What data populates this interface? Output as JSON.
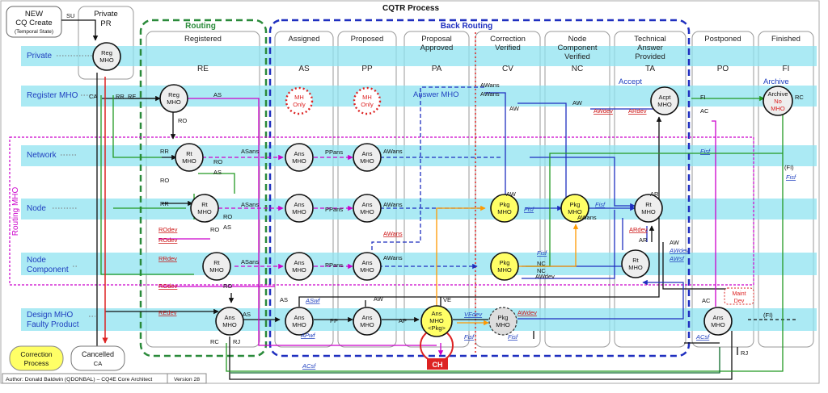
{
  "title": "CQTR Process",
  "header_boxes": {
    "new": [
      "NEW",
      "CQ Create",
      "(Temporal State)"
    ],
    "su": "SU",
    "private_pr": [
      "Private",
      "PR"
    ]
  },
  "groups": {
    "routing": "Routing",
    "back_routing": "Back Routing",
    "routing_mho": "Routing MHO",
    "accept": "Accept",
    "archive": "Archive",
    "answer_mho": "Answer MHO"
  },
  "columns": [
    {
      "id": "re",
      "head": [
        "Registered"
      ],
      "code": "RE"
    },
    {
      "id": "as",
      "head": [
        "Assigned"
      ],
      "code": "AS"
    },
    {
      "id": "pp",
      "head": [
        "Proposed"
      ],
      "code": "PP"
    },
    {
      "id": "pa",
      "head": [
        "Proposal",
        "Approved"
      ],
      "code": "PA"
    },
    {
      "id": "cv",
      "head": [
        "Correction",
        "Verified"
      ],
      "code": "CV"
    },
    {
      "id": "nc",
      "head": [
        "Node",
        "Component",
        "Verified"
      ],
      "code": "NC"
    },
    {
      "id": "ta",
      "head": [
        "Technical",
        "Answer",
        "Provided"
      ],
      "code": "TA"
    },
    {
      "id": "po",
      "head": [
        "Postponed"
      ],
      "code": "PO"
    },
    {
      "id": "fi",
      "head": [
        "Finished"
      ],
      "code": "FI"
    }
  ],
  "lanes": [
    {
      "id": "private",
      "label": [
        "Private"
      ]
    },
    {
      "id": "register",
      "label": [
        "Register MHO"
      ]
    },
    {
      "id": "network",
      "label": [
        "Network"
      ]
    },
    {
      "id": "node",
      "label": [
        "Node"
      ]
    },
    {
      "id": "component",
      "label": [
        "Node",
        "Component"
      ]
    },
    {
      "id": "design",
      "label": [
        "Design MHO",
        "Faulty Product"
      ]
    }
  ],
  "nodes": [
    {
      "id": "reg-pr",
      "lines": [
        "Reg",
        "MHO"
      ]
    },
    {
      "id": "reg-re",
      "lines": [
        "Reg",
        "MHO"
      ]
    },
    {
      "id": "mh-as",
      "lines": [
        "MH",
        "Only"
      ]
    },
    {
      "id": "mh-pp",
      "lines": [
        "MH",
        "Only"
      ]
    },
    {
      "id": "acpt",
      "lines": [
        "Acpt",
        "MHO"
      ]
    },
    {
      "id": "archive",
      "lines": [
        "Archive",
        "No",
        "MHO"
      ]
    },
    {
      "id": "rt-net",
      "lines": [
        "Rt",
        "MHO"
      ]
    },
    {
      "id": "rt-node",
      "lines": [
        "Rt",
        "MHO"
      ]
    },
    {
      "id": "rt-comp",
      "lines": [
        "Rt",
        "MHO"
      ]
    },
    {
      "id": "ans-re",
      "lines": [
        "Ans",
        "MHO"
      ]
    },
    {
      "id": "ans-as-net",
      "lines": [
        "Ans",
        "MHO"
      ]
    },
    {
      "id": "ans-pp-net",
      "lines": [
        "Ans",
        "MHO"
      ]
    },
    {
      "id": "ans-as-node",
      "lines": [
        "Ans",
        "MHO"
      ]
    },
    {
      "id": "ans-pp-node",
      "lines": [
        "Ans",
        "MHO"
      ]
    },
    {
      "id": "ans-as-comp",
      "lines": [
        "Ans",
        "MHO"
      ]
    },
    {
      "id": "ans-pp-comp",
      "lines": [
        "Ans",
        "MHO"
      ]
    },
    {
      "id": "ans-as-des",
      "lines": [
        "Ans",
        "MHO"
      ]
    },
    {
      "id": "ans-pp-des",
      "lines": [
        "Ans",
        "MHO"
      ]
    },
    {
      "id": "ans-pa",
      "lines": [
        "Ans",
        "MHO",
        "<Pkg>"
      ]
    },
    {
      "id": "pkg-cv-des",
      "lines": [
        "Pkg",
        "MHO"
      ]
    },
    {
      "id": "pkg-cv-node",
      "lines": [
        "Pkg",
        "MHO"
      ]
    },
    {
      "id": "pkg-nc-node",
      "lines": [
        "Pkg",
        "MHO"
      ]
    },
    {
      "id": "pkg-cv-comp",
      "lines": [
        "Pkg",
        "MHO"
      ]
    },
    {
      "id": "rt-ta-node",
      "lines": [
        "Rt",
        "MHO"
      ]
    },
    {
      "id": "rt-ta-comp",
      "lines": [
        "Rt",
        "MHO"
      ]
    },
    {
      "id": "ans-po",
      "lines": [
        "Ans",
        "MHO"
      ]
    }
  ],
  "edge_labels": {
    "ca": "CA",
    "rr": "RR",
    "re": "RE",
    "as": "AS",
    "ro": "RO",
    "rr2": "RR",
    "ro2": "RO",
    "rr3": "RR",
    "ro3": "RO",
    "as2": "AS",
    "ro4": "RO",
    "rodev1": "ROdev",
    "rodev2": "ROdev",
    "rrdev": "RRdev",
    "rodev3": "ROdev",
    "redev": "REdev",
    "asans1": "ASans",
    "asans2": "ASans",
    "asans3": "ASans",
    "ppans1": "PPans",
    "ppans2": "PPans",
    "ppans3": "PPans",
    "awans1": "AWans",
    "awans2": "AWans",
    "awans3": "AWans",
    "awans4": "AWans",
    "awans5": "AWans",
    "awans6": "AWans",
    "as3": "AS",
    "as4": "AS",
    "asw": "ASwf",
    "pp": "PP",
    "aw1": "AW",
    "ap": "AP",
    "apf": "APwf",
    "ve": "VE",
    "vedev": "VEdev",
    "fisf1": "Fisf",
    "fisf2": "Fisf",
    "fisf3": "Fisf",
    "fisf4": "Fisf",
    "fisf5": "Fisf",
    "fisf6": "Fisf",
    "awdev1": "AWdev",
    "awdev2": "AWdev",
    "awdev3": "AWdev",
    "awdev4": "AWdev",
    "awdev5": "AWdev",
    "ardev1": "ARdev",
    "ardev2": "ARdev",
    "aw2": "AW",
    "aw3": "AW",
    "aw4": "AW",
    "aw5": "AW",
    "aw6": "AW",
    "ar1": "AR",
    "ar2": "AR",
    "awsf": "AWsf",
    "nc": "NC",
    "nc2": "NC",
    "fi": "FI",
    "ac": "AC",
    "ac2": "AC",
    "rc": "RC",
    "rc2": "RC",
    "rj": "RJ",
    "rj2": "RJ",
    "fi2": "(FI)",
    "fisf7": "Fisf",
    "fi3": "(FI)",
    "acsf": "ACsf",
    "acsf2": "ACsf",
    "maint": [
      "Maint",
      "Dev"
    ],
    "ch": "CH"
  },
  "footer": {
    "correction_process": [
      "Correction",
      "Process"
    ],
    "cancelled": [
      "Cancelled",
      "CA"
    ],
    "author": "Author: Donald Baldwin (QDONBAL) – CQ4E Core Architect",
    "version": "Version 28"
  }
}
